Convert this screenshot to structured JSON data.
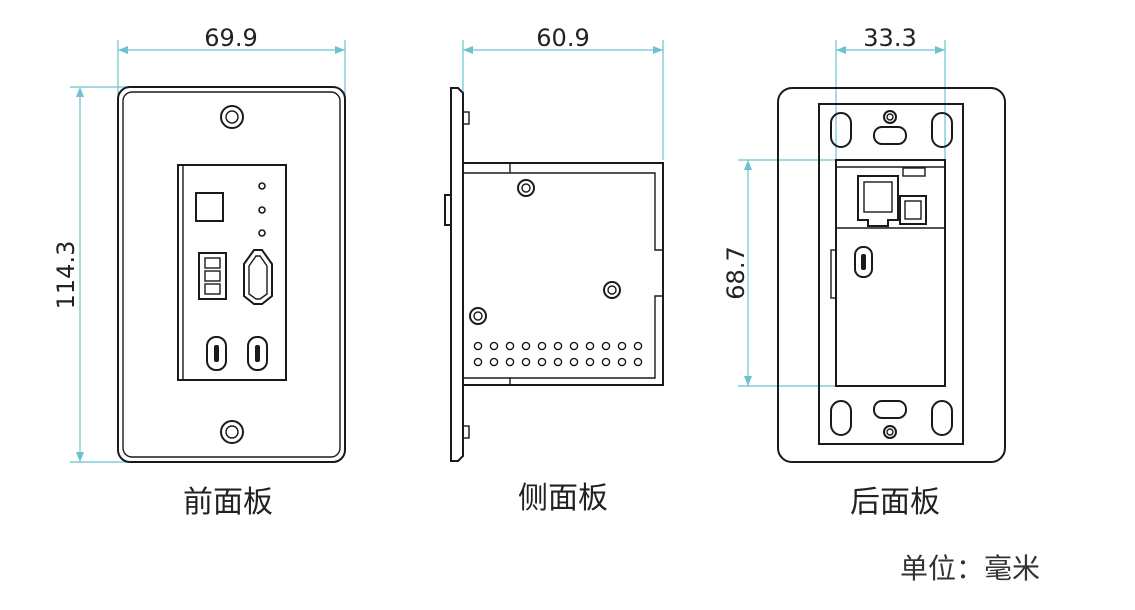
{
  "dimensions": {
    "front_width": "69.9",
    "front_height": "114.3",
    "side_depth": "60.9",
    "rear_width": "33.3",
    "rear_height": "68.7"
  },
  "labels": {
    "front": "前面板",
    "side": "侧面板",
    "rear": "后面板",
    "unit": "单位：毫米"
  },
  "colors": {
    "dimension_line": "#6cc3cf",
    "outline": "#1a1a1a"
  }
}
